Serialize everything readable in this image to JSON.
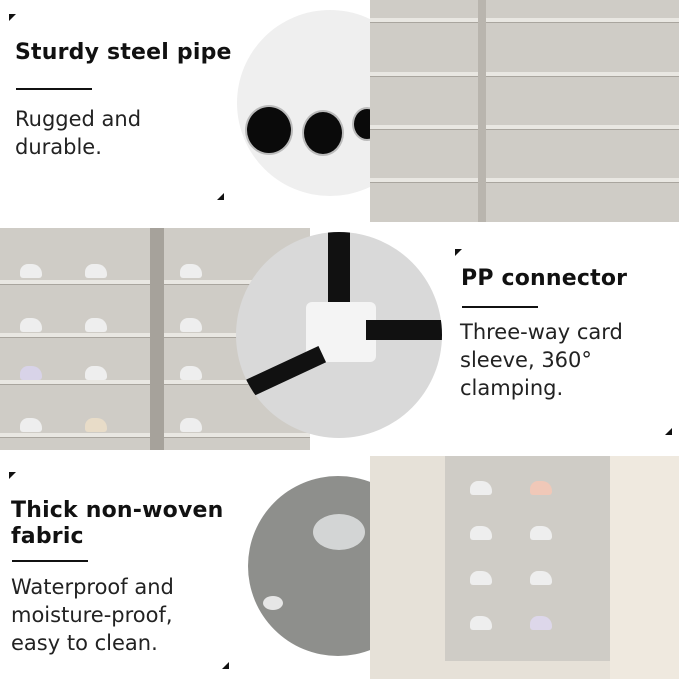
{
  "sections": [
    {
      "title": "Sturdy steel pipe",
      "description": [
        "Rugged and",
        "durable."
      ]
    },
    {
      "title": "PP connector",
      "description": [
        "Three-way card",
        "sleeve, 360°",
        "clamping."
      ]
    },
    {
      "title": [
        "Thick non-woven",
        "fabric"
      ],
      "description": [
        "Waterproof and",
        "moisture-proof,",
        "easy to clean."
      ]
    }
  ],
  "colors": {
    "text": "#111111",
    "fabric": "#8e8f8c",
    "pipe": "#0a0a0a",
    "rack_cover": "#cfccc6"
  }
}
